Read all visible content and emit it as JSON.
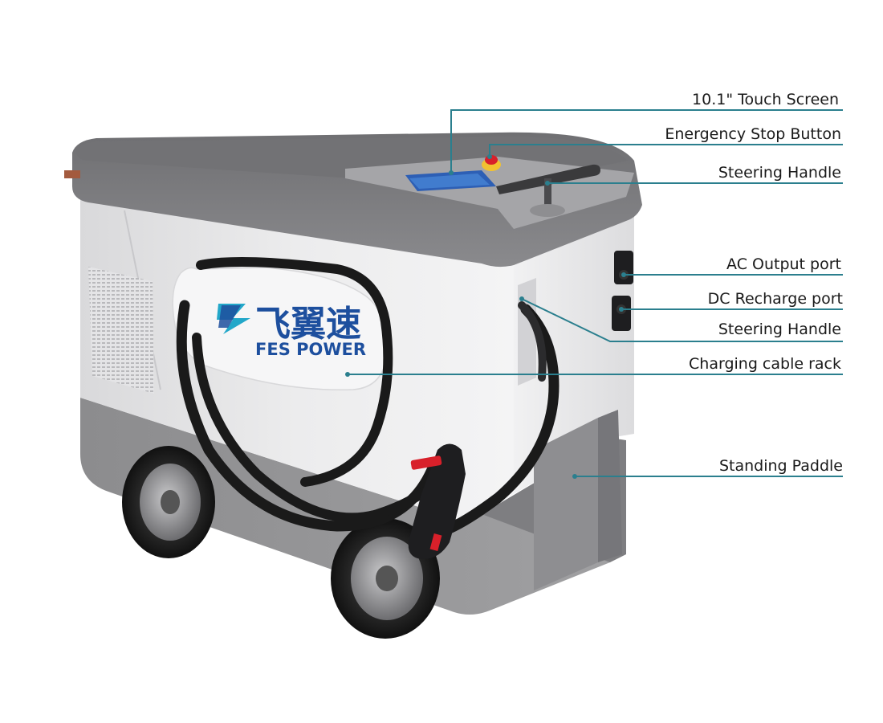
{
  "brand": {
    "name_cn": "飞翼速",
    "name_en": "FES POWER"
  },
  "callouts": [
    {
      "id": "touch-screen",
      "text": "10.1\" Touch Screen"
    },
    {
      "id": "estop",
      "text": "Energency Stop Button"
    },
    {
      "id": "steering-top",
      "text": "Steering Handle"
    },
    {
      "id": "ac-output",
      "text": "AC Output port"
    },
    {
      "id": "dc-recharge",
      "text": "DC Recharge port"
    },
    {
      "id": "steering-side",
      "text": "Steering Handle"
    },
    {
      "id": "cable-rack",
      "text": "Charging cable rack"
    },
    {
      "id": "standing-paddle",
      "text": "Standing Paddle"
    }
  ],
  "colors": {
    "leader_line": "#2b7f8e",
    "body_light": "#e9e9ea",
    "body_dark": "#8d8d8f",
    "top_grey": "#7d7d80",
    "brand_blue": "#1d4f9e",
    "brand_cyan": "#22a7c9",
    "cable": "#1a1a1a",
    "accent_red": "#d8202a"
  }
}
